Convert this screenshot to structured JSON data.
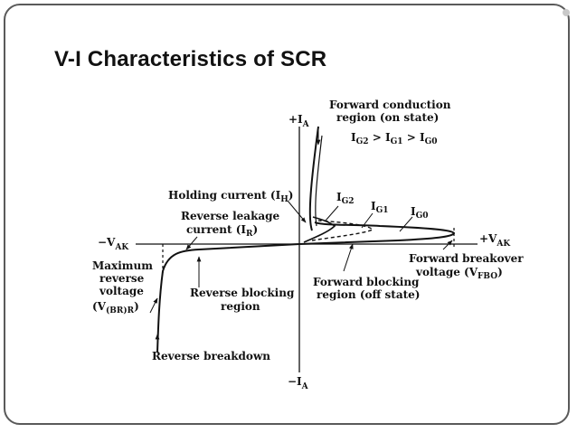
{
  "slide": {
    "title": "V-I Characteristics of SCR"
  },
  "diagram": {
    "axes": {
      "plus_ia": "+I",
      "plus_ia_sub": "A",
      "minus_ia": "−I",
      "minus_ia_sub": "A",
      "plus_vak": "+V",
      "plus_vak_sub": "AK",
      "minus_vak": "−V",
      "minus_vak_sub": "AK"
    },
    "labels": {
      "fwd_conduction_1": "Forward conduction",
      "fwd_conduction_2": "region (on state)",
      "gate_order": {
        "i1": "I",
        "s1": "G2",
        "gt1": " > I",
        "s2": "G1",
        "gt2": " > I",
        "s3": "G0"
      },
      "holding": {
        "text": "Holding current (I",
        "sub": "H",
        "close": ")"
      },
      "ig2": {
        "text": "I",
        "sub": "G2"
      },
      "ig1": {
        "text": "I",
        "sub": "G1"
      },
      "ig0": {
        "text": "I",
        "sub": "G0"
      },
      "rev_leak_1": "Reverse leakage",
      "rev_leak_2": {
        "text": "current (I",
        "sub": "R",
        "close": ")"
      },
      "max_rev_1": "Maximum",
      "max_rev_2": "reverse",
      "max_rev_3": "voltage",
      "max_rev_4": {
        "text": "(V",
        "sub": "(BR)R",
        "close": ")"
      },
      "rev_blocking_1": "Reverse blocking",
      "rev_blocking_2": "region",
      "fwd_blocking_1": "Forward blocking",
      "fwd_blocking_2": "region (off state)",
      "fwd_breakover_1": "Forward breakover",
      "fwd_breakover_2": {
        "text": "voltage (V",
        "sub": "FBO",
        "close": ")"
      },
      "rev_breakdown": "Reverse breakdown"
    }
  }
}
